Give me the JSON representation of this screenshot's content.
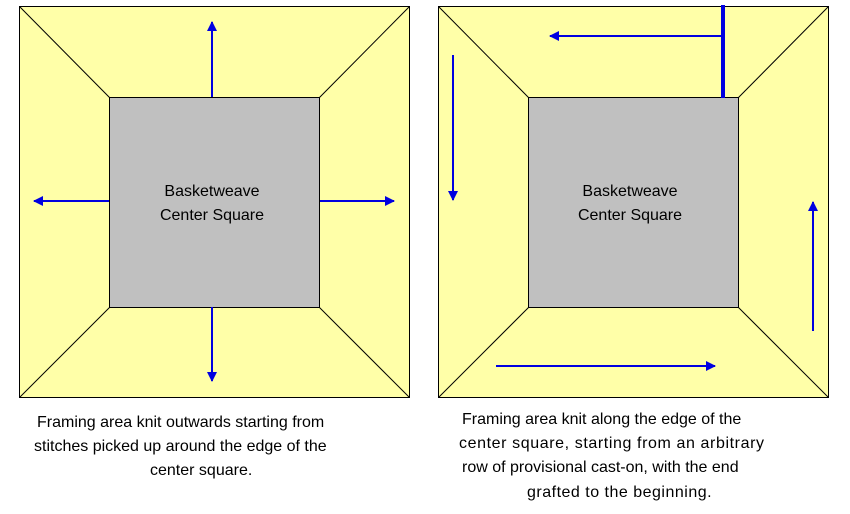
{
  "colors": {
    "frame_fill": "#ffffa8",
    "center_fill": "#c0c0c0",
    "outline": "#000000",
    "arrow": "#0000e0"
  },
  "diagrams": [
    {
      "id": "outward",
      "center_label": [
        "Basketweave",
        "Center Square"
      ],
      "arrows": [
        "up",
        "left",
        "right",
        "down"
      ],
      "caption": [
        "Framing area knit outwards starting from",
        "stitches picked up around the edge of the",
        "center square."
      ]
    },
    {
      "id": "along-edge",
      "center_label": [
        "Basketweave",
        "Center Square"
      ],
      "marker": "provisional-cast-on-line",
      "arrows": [
        "left",
        "down",
        "right",
        "up"
      ],
      "caption": [
        "Framing area knit along the edge of the",
        "center square, starting from an arbitrary",
        "row of provisional cast-on, with the end",
        "grafted to the beginning."
      ]
    }
  ]
}
